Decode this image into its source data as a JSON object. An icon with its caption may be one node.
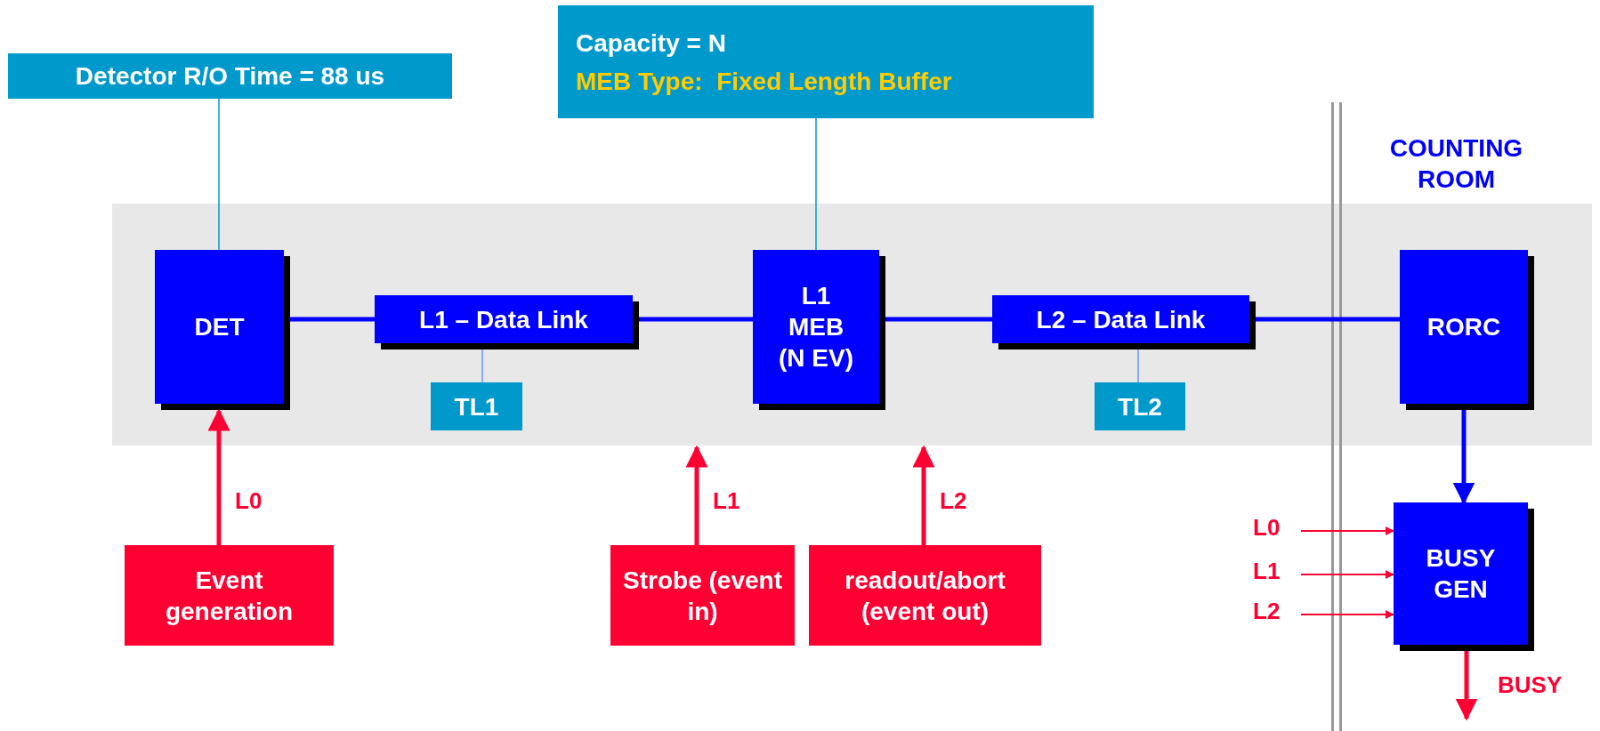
{
  "diagram": {
    "nodes": [
      {
        "text": [
          "Detector R/O Time = 88 us"
        ]
      },
      {
        "text": [
          "Capacity = N",
          "MEB Type:  Fixed Length Buffer"
        ]
      },
      {
        "text": [
          "DET"
        ]
      },
      {
        "text": [
          "L1 – Data Link"
        ]
      },
      {
        "text": [
          "L1 MEB (N EV)"
        ]
      },
      {
        "text": [
          "L2 – Data Link"
        ]
      },
      {
        "text": [
          "RORC"
        ]
      },
      {
        "text": [
          "TL1"
        ]
      },
      {
        "text": [
          "TL2"
        ]
      },
      {
        "text": [
          "BUSY GEN"
        ]
      },
      {
        "text": [
          "Event generation"
        ]
      },
      {
        "text": [
          "Strobe (event in)"
        ]
      },
      {
        "text": [
          "readout/abort (event out)"
        ]
      }
    ],
    "edges": [
      {
        "from": 0,
        "to": 2,
        "arrow": "none",
        "color": "#0099cc"
      },
      {
        "from": 1,
        "to": 4,
        "arrow": "none",
        "color": "#0099cc"
      },
      {
        "from": 2,
        "to": 3,
        "arrow": "none",
        "color": "#0000ff"
      },
      {
        "from": 3,
        "to": 4,
        "arrow": "none",
        "color": "#0000ff"
      },
      {
        "from": 4,
        "to": 5,
        "arrow": "none",
        "color": "#0000ff"
      },
      {
        "from": 5,
        "to": 6,
        "arrow": "none",
        "color": "#0000ff"
      },
      {
        "from": 3,
        "to": 7,
        "arrow": "none",
        "color": "#6699ff"
      },
      {
        "from": 5,
        "to": 8,
        "arrow": "none",
        "color": "#6699ff"
      },
      {
        "from": 6,
        "to": 9,
        "arrow": "to",
        "color": "#0000ff"
      },
      {
        "from": 10,
        "to": 2,
        "arrow": "to",
        "label": "L0"
      },
      {
        "from": 11,
        "to": null,
        "arrow": "to",
        "label": "L1"
      },
      {
        "from": 12,
        "to": null,
        "arrow": "to",
        "label": "L2"
      },
      {
        "from": null,
        "to": 9,
        "arrow": "to",
        "label": "L0"
      },
      {
        "from": null,
        "to": 9,
        "arrow": "to",
        "label": "L1"
      },
      {
        "from": null,
        "to": 9,
        "arrow": "to",
        "label": "L2"
      },
      {
        "from": 9,
        "to": null,
        "arrow": "to",
        "label": "BUSY"
      }
    ],
    "labels": [
      "COUNTING ROOM"
    ]
  }
}
